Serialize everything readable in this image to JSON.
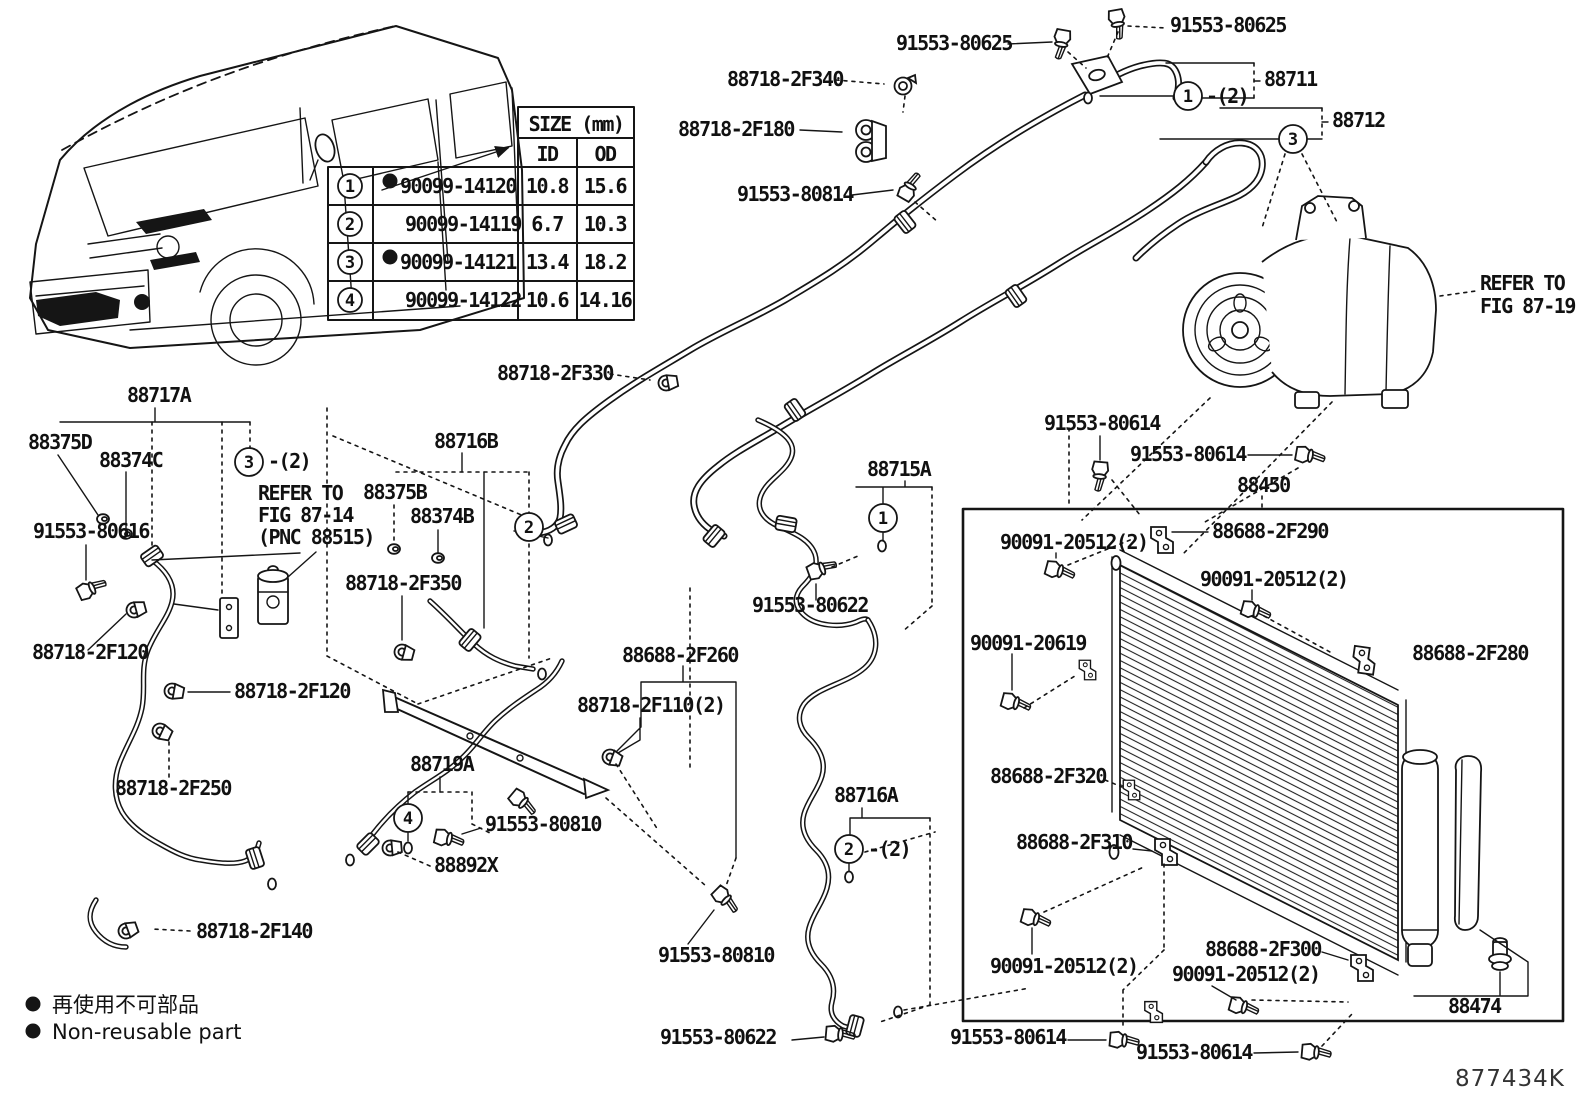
{
  "diagram_code": "877434K",
  "size_table": {
    "header": "SIZE (mm)",
    "col_id": "ID",
    "col_od": "OD",
    "rows": [
      {
        "no": "1",
        "part": "90099-14120",
        "id": "10.8",
        "od": "15.6",
        "non_reusable": true
      },
      {
        "no": "2",
        "part": "90099-14119",
        "id": "6.7",
        "od": "10.3",
        "non_reusable": false
      },
      {
        "no": "3",
        "part": "90099-14121",
        "id": "13.4",
        "od": "18.2",
        "non_reusable": true
      },
      {
        "no": "4",
        "part": "90099-14122",
        "id": "10.6",
        "od": "14.16",
        "non_reusable": false
      }
    ]
  },
  "labels": {
    "bolt_80625": "91553-80625",
    "clamp_2f340": "88718-2F340",
    "pipe_88711": "88711",
    "pipe_88712": "88712",
    "clamp_2f180": "88718-2F180",
    "bolt_80814": "91553-80814",
    "clamp_2f330": "88718-2F330",
    "tube_88717a": "88717A",
    "nut_88375d": "88375D",
    "nut_88374c": "88374C",
    "bolt_80616": "91553-80616",
    "clamp_2f120": "88718-2F120",
    "tube_88716b": "88716B",
    "nut_88375b": "88375B",
    "nut_88374b": "88374B",
    "clamp_2f350": "88718-2F350",
    "clamp_2f250": "88718-2F250",
    "clamp_2f140": "88718-2F140",
    "tube_88719a": "88719A",
    "bolt_80810": "91553-80810",
    "valve_88892x": "88892X",
    "stay_2f260": "88688-2F260",
    "clamp_2f110": "88718-2F110(2)",
    "tube_88715a": "88715A",
    "bolt_80622": "91553-80622",
    "tube_88716a": "88716A",
    "bolt_80614": "91553-80614",
    "condenser_88450": "88450",
    "bracket_2f290": "88688-2F290",
    "bolt_20512": "90091-20512(2)",
    "bolt_20619": "90091-20619",
    "bracket_2f280": "88688-2F280",
    "bracket_2f320": "88688-2F320",
    "bracket_2f310": "88688-2F310",
    "bracket_2f300": "88688-2F300",
    "cap_88474": "88474",
    "qty2": "-(2)"
  },
  "callouts": {
    "one": "1",
    "two": "2",
    "three": "3",
    "four": "4"
  },
  "references": {
    "fig19_line1": "REFER TO",
    "fig19_line2": "FIG 87-19",
    "fig14_line1": "REFER TO",
    "fig14_line2": "FIG 87-14",
    "fig14_line3": "(PNC 88515)"
  },
  "legend": {
    "jp": "再使用不可部品",
    "en": "Non-reusable part"
  },
  "colors": {
    "line": "#151515",
    "background": "#ffffff"
  }
}
